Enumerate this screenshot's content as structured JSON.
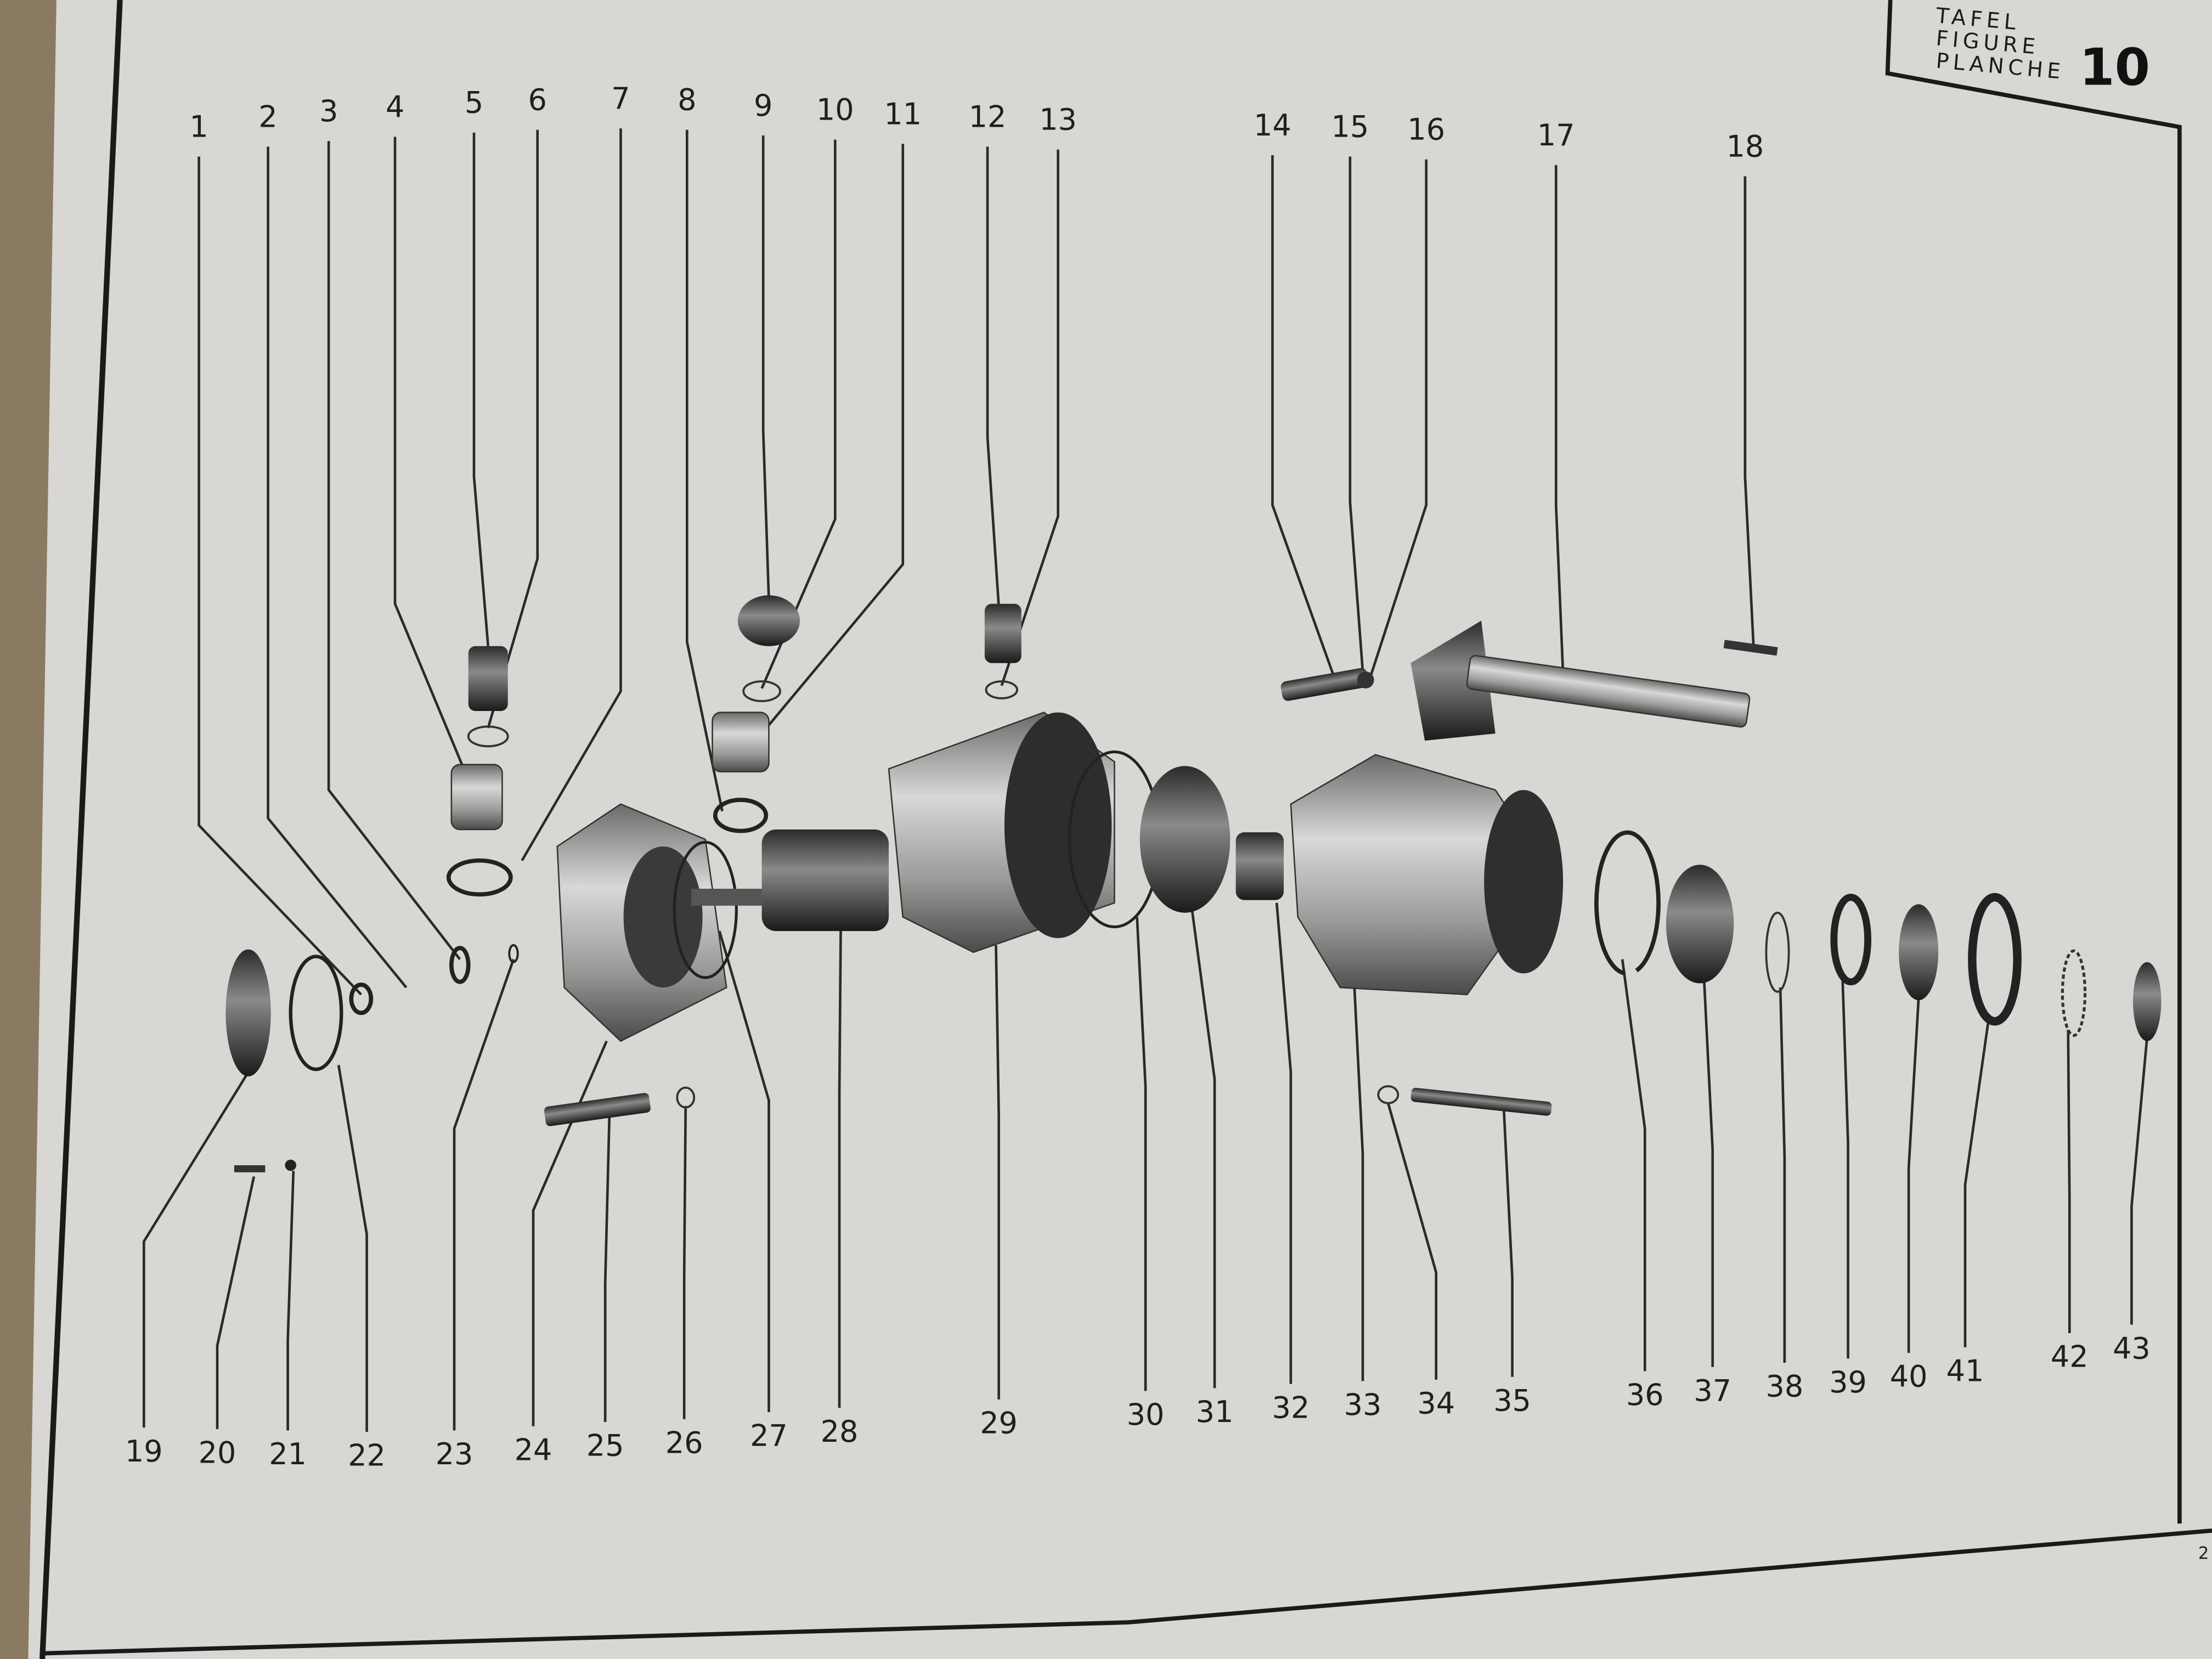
{
  "plate": {
    "line1": "TAFEL",
    "line2": "FIGURE",
    "line3": "PLANCHE",
    "number": "10"
  },
  "page_number": "2",
  "callouts_top": [
    "1",
    "2",
    "3",
    "4",
    "5",
    "6",
    "7",
    "8",
    "9",
    "10",
    "11",
    "12",
    "13",
    "14",
    "15",
    "16",
    "17",
    "18"
  ],
  "callouts_bottom": [
    "19",
    "20",
    "21",
    "22",
    "23",
    "24",
    "25",
    "26",
    "27",
    "28",
    "29",
    "30",
    "31",
    "32",
    "33",
    "34",
    "35",
    "36",
    "37",
    "38",
    "39",
    "40",
    "41",
    "42",
    "43"
  ]
}
